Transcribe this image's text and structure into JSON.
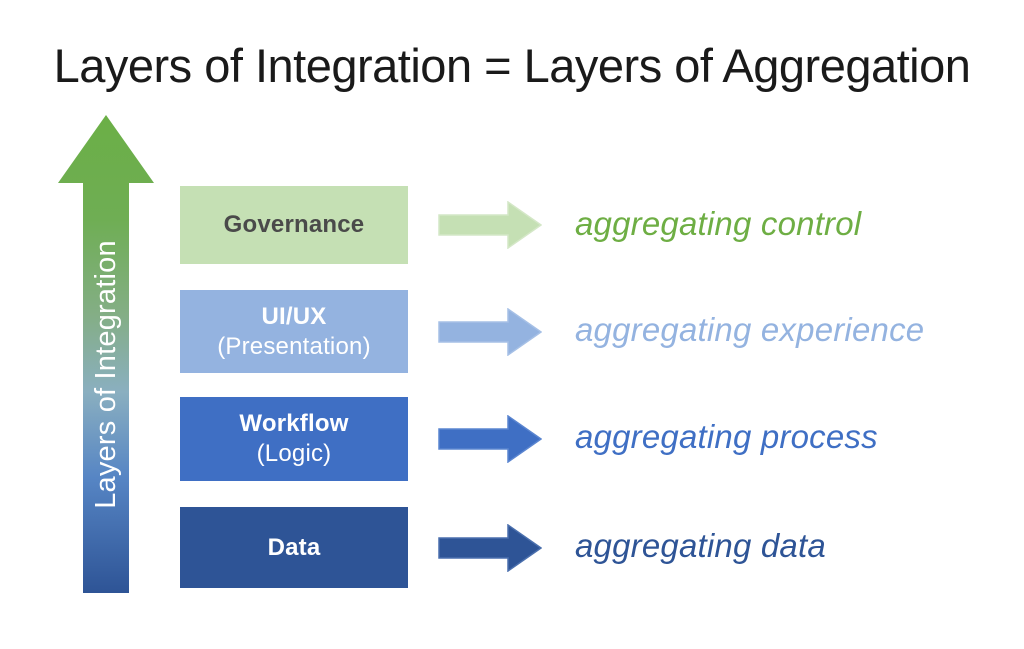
{
  "title": "Layers of Integration = Layers of Aggregation",
  "vertical_arrow": {
    "label": "Layers of Integration",
    "direction": "up",
    "gradient_top_color": "#6BAF46",
    "gradient_bottom_color": "#2E5496",
    "icon": "up-arrow-icon"
  },
  "layers": [
    {
      "key": "governance",
      "title": "Governance",
      "subtitle": "",
      "box_color": "#C5E0B4",
      "text_color": "#4A4A4A",
      "arrow_icon": "right-arrow-icon",
      "arrow_color": "#C5E0B4",
      "arrow_border_color": "#A9CF92",
      "label": "aggregating control",
      "label_color": "#6EAE44"
    },
    {
      "key": "uiux",
      "title": "UI/UX",
      "subtitle": "(Presentation)",
      "box_color": "#94B3E0",
      "text_color": "#FFFFFF",
      "arrow_icon": "right-arrow-icon",
      "arrow_color": "#94B3E0",
      "arrow_border_color": "#8AA9D6",
      "label": "aggregating experience",
      "label_color": "#94B3E0"
    },
    {
      "key": "workflow",
      "title": "Workflow",
      "subtitle": "(Logic)",
      "box_color": "#3F6FC4",
      "text_color": "#FFFFFF",
      "arrow_icon": "right-arrow-icon",
      "arrow_color": "#3F6FC4",
      "arrow_border_color": "#375FA8",
      "label": "aggregating process",
      "label_color": "#3F6FC4"
    },
    {
      "key": "data",
      "title": "Data",
      "subtitle": "",
      "box_color": "#2E5496",
      "text_color": "#FFFFFF",
      "arrow_icon": "right-arrow-icon",
      "arrow_color": "#2E5496",
      "arrow_border_color": "#284A85",
      "label": "aggregating data",
      "label_color": "#2E5496"
    }
  ]
}
